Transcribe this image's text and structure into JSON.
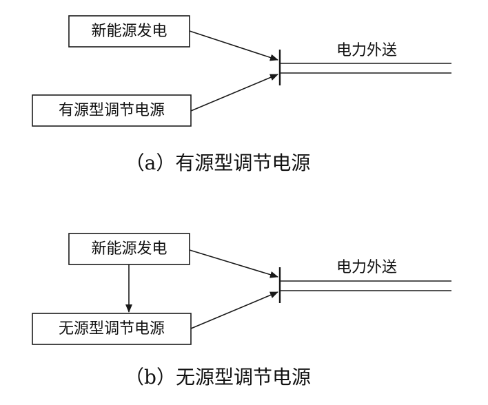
{
  "panel_a": {
    "box_top": "新能源发电",
    "box_bottom": "有源型调节电源",
    "output_label": "电力外送",
    "caption": "（a）有源型调节电源"
  },
  "panel_b": {
    "box_top": "新能源发电",
    "box_bottom": "无源型调节电源",
    "output_label": "电力外送",
    "caption": "（b）无源型调节电源"
  }
}
